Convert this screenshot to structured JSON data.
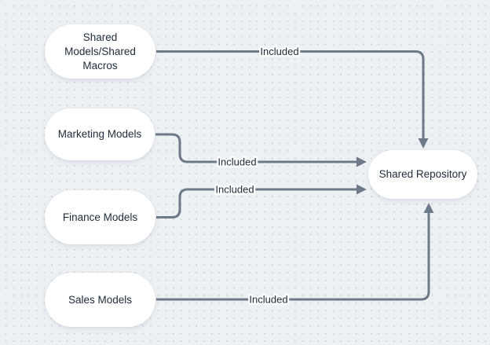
{
  "diagram": {
    "nodes": [
      {
        "id": "shared-models",
        "label": "Shared Models/Shared Macros",
        "lines": [
          "Shared",
          "Models/Shared",
          "Macros"
        ]
      },
      {
        "id": "marketing",
        "label": "Marketing Models"
      },
      {
        "id": "finance",
        "label": "Finance Models"
      },
      {
        "id": "sales",
        "label": "Sales Models"
      },
      {
        "id": "repository",
        "label": "Shared Repository"
      }
    ],
    "edges": [
      {
        "from": "Shared Models/Shared Macros",
        "to": "Shared Repository",
        "label": "Included"
      },
      {
        "from": "Marketing Models",
        "to": "Shared Repository",
        "label": "Included"
      },
      {
        "from": "Finance Models",
        "to": "Shared Repository",
        "label": "Included"
      },
      {
        "from": "Sales Models",
        "to": "Shared Repository",
        "label": "Included"
      }
    ]
  },
  "colors": {
    "background": "#eef1f4",
    "grid_dot": "#ccd3dc",
    "node_fill": "#ffffff",
    "node_text": "#222d3d",
    "edge_stroke": "#6e7a89",
    "edge_label_text": "#222d3d",
    "edge_label_halo": "#ffffff"
  }
}
